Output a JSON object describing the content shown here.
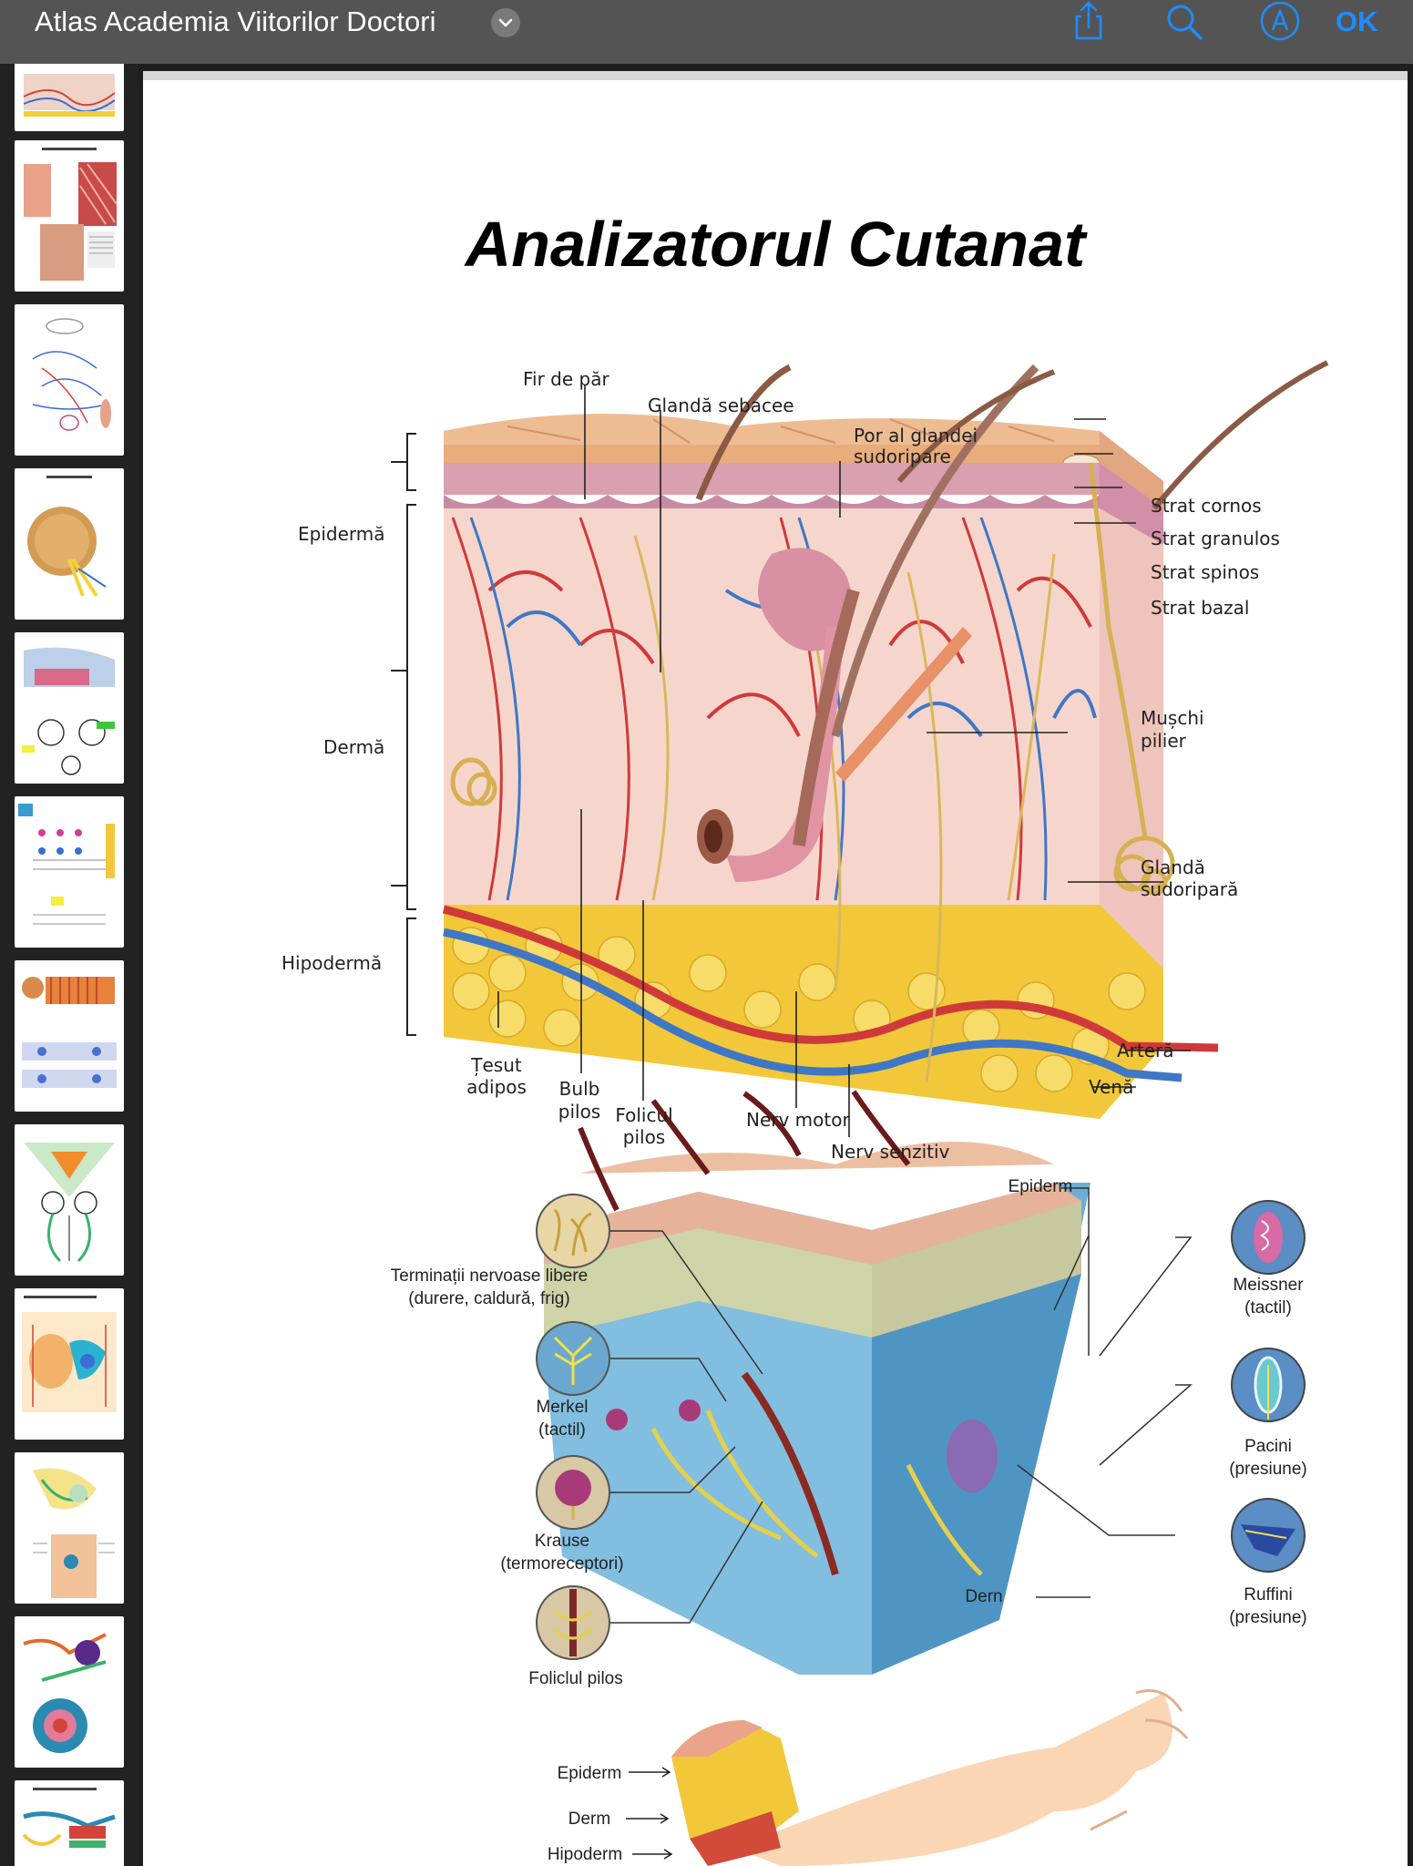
{
  "app": {
    "document_title": "Atlas Academia Viitorilor Doctori",
    "done_label": "OK",
    "accent_color": "#1e8cff",
    "toolbar_icons": [
      "chevron-down-icon",
      "share-icon",
      "search-icon",
      "markup-icon"
    ]
  },
  "sidebar": {
    "thumbnail_count": 12,
    "selected_index": null
  },
  "page": {
    "title": "Analizatorul Cutanat",
    "figure1": {
      "left_labels": {
        "epiderma": "Epidermă",
        "derma": "Dermă",
        "hipoderma": "Hipodermă"
      },
      "top_labels": {
        "fir_de_par": "Fir de păr",
        "glanda_sebacee": "Glandă sebacee",
        "por_line1": "Por al glandei",
        "por_line2": "sudoripare"
      },
      "right_labels": {
        "strat_cornos": "Strat cornos",
        "strat_granulos": "Strat granulos",
        "strat_spinos": "Strat spinos",
        "strat_bazal": "Strat bazal",
        "muschi_line1": "Mușchi",
        "muschi_line2": "pilier",
        "glanda_sud_line1": "Glandă",
        "glanda_sud_line2": "sudoripară",
        "artera": "Arteră",
        "vena": "Venă"
      },
      "bottom_labels": {
        "tesut_line1": "Țesut",
        "tesut_line2": "adipos",
        "bulb_line1": "Bulb",
        "bulb_line2": "pilos",
        "folicul_line1": "Folicul",
        "folicul_line2": "pilos",
        "nerv_motor": "Nerv motor",
        "nerv_senzitiv": "Nerv senzitiv"
      }
    },
    "figure2": {
      "left_labels": {
        "terminatii_line1": "Terminații nervoase libere",
        "terminatii_line2": "(durere, caldură, frig)",
        "merkel_line1": "Merkel",
        "merkel_line2": "(tactil)",
        "krause_line1": "Krause",
        "krause_line2": "(termoreceptori)",
        "folicul": "Foliclul pilos"
      },
      "right_labels": {
        "epiderm": "Epiderm",
        "meissner_line1": "Meissner",
        "meissner_line2": "(tactil)",
        "pacini_line1": "Pacini",
        "pacini_line2": "(presiune)",
        "ruffini_line1": "Ruffini",
        "ruffini_line2": "(presiune)",
        "derm": "Dern"
      }
    },
    "figure3": {
      "epiderm": "Epiderm",
      "derm": "Derm",
      "hipoderm": "Hipoderm"
    }
  }
}
